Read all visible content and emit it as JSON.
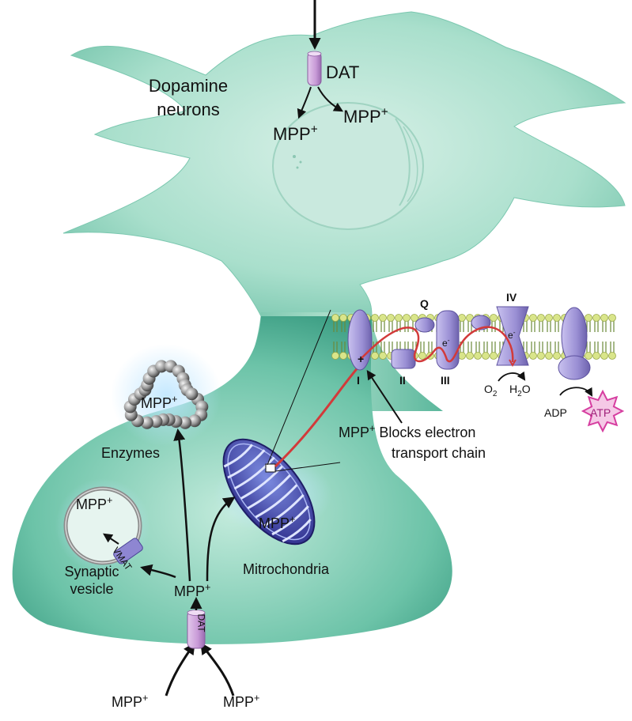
{
  "labels": {
    "dopamine_neurons": "Dopamine\nneurons",
    "dat_top": "DAT",
    "mpp_top_left": "MPP",
    "mpp_top_right": "MPP",
    "mpp_enzymes": "MPP",
    "enzymes": "Enzymes",
    "mpp_vesicle": "MPP",
    "vmat": "VMAT",
    "synaptic_vesicle": "Synaptic\nvesicle",
    "mpp_center": "MPP",
    "mpp_mito": "MPP",
    "mitochondria": "Mitrochondria",
    "dat_bottom": "DAT",
    "mpp_bottom_left": "MPP",
    "mpp_bottom_right": "MPP",
    "blocks_line1": "Blocks electron",
    "blocks_line2": "transport chain",
    "mpp_blocks": "MPP",
    "complex_q": "Q",
    "complex_iv": "IV",
    "complex_i": "I",
    "complex_ii": "II",
    "complex_iii": "III",
    "electron_1": "e",
    "electron_2": "e",
    "o2": "O",
    "o2_sub": "2",
    "h2o_h": "H",
    "h2o_sub": "2",
    "h2o_o": "O",
    "adp": "ADP",
    "atp": "ATP",
    "plus_sign": "+"
  },
  "colors": {
    "neuron_fill": "#9fd8c4",
    "neuron_shade": "#6cc0a6",
    "membrane_head": "#d9e58a",
    "membrane_tail": "#6b8a3a",
    "protein": "#a59ad6",
    "protein_dark": "#6f63b0",
    "red_path": "#d23a3a",
    "mito": "#3b3aa0",
    "atp_burst": "#d63ea0"
  }
}
